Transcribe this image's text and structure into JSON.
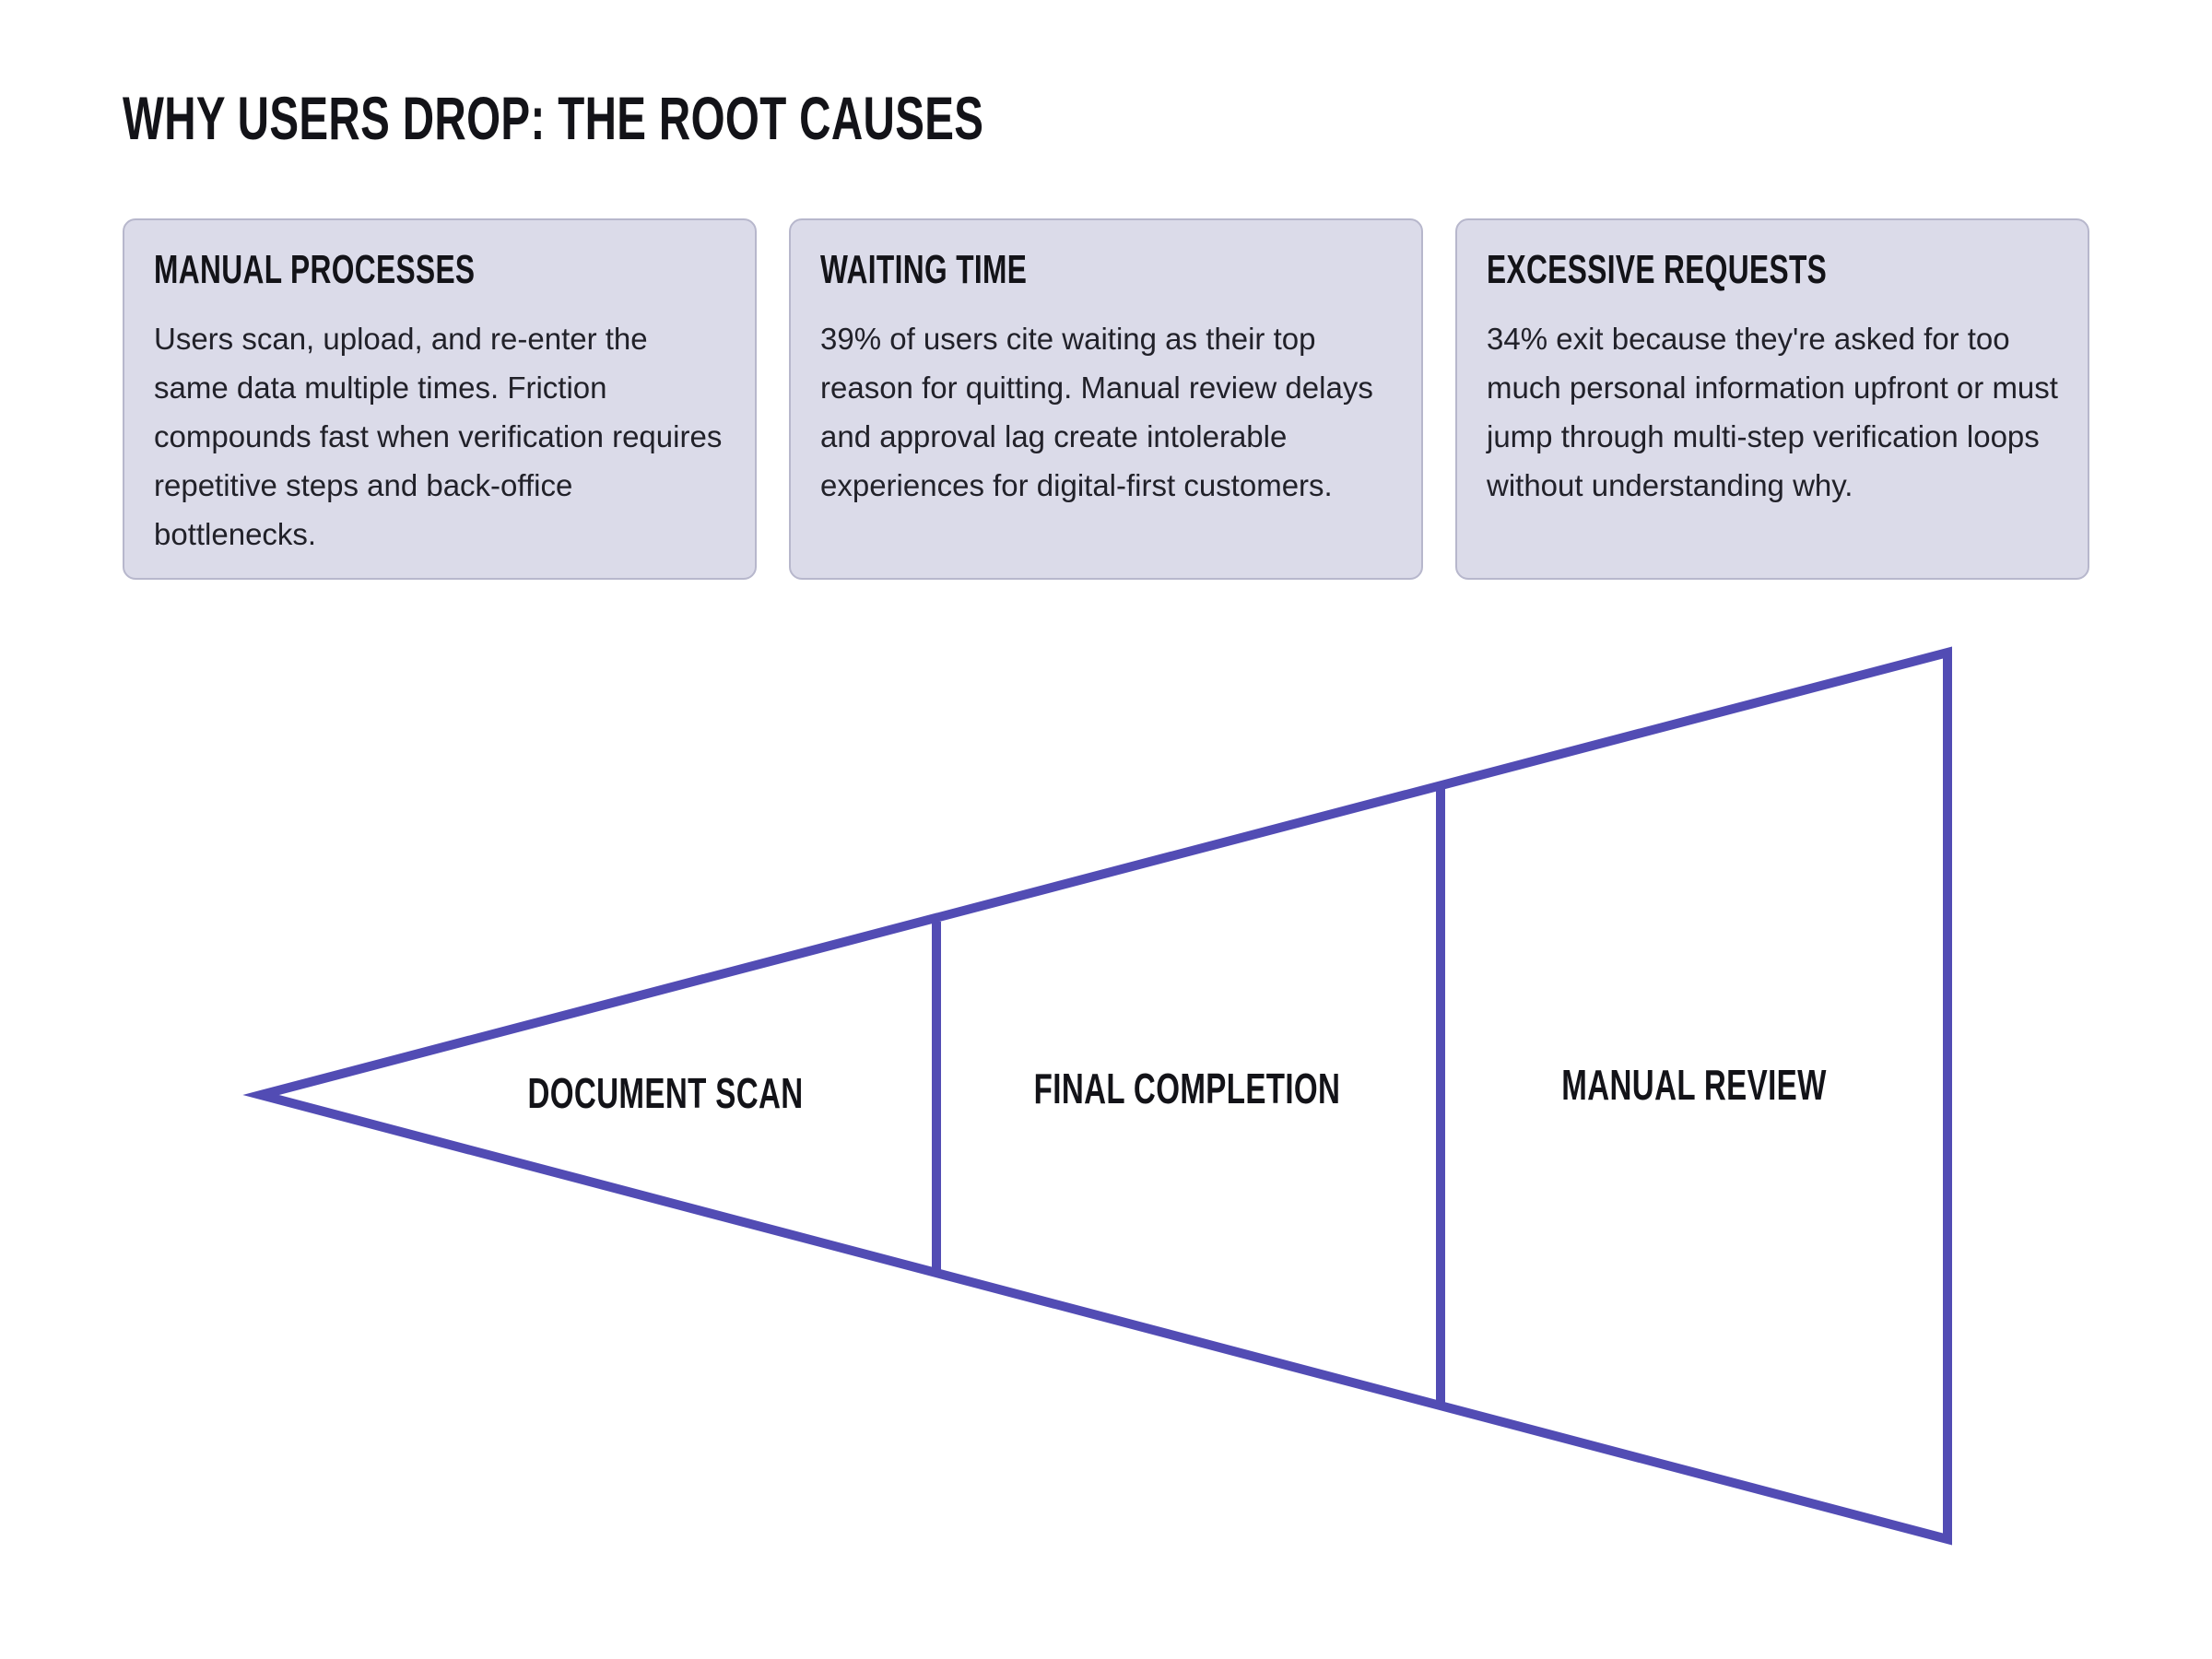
{
  "page_title": "WHY USERS DROP: THE ROOT CAUSES",
  "cards": [
    {
      "heading": "MANUAL PROCESSES",
      "body": "Users scan, upload, and re-enter the same data multiple times. Friction compounds fast when verification requires repetitive steps and back-office bottlenecks."
    },
    {
      "heading": "WAITING TIME",
      "body": "39% of users cite waiting as their top reason for quitting. Manual review delays and approval lag create intolerable experiences for digital-first customers."
    },
    {
      "heading": "EXCESSIVE REQUESTS",
      "body": "34% exit because they're asked for too much personal information upfront or must jump through multi-step verification loops without understanding why."
    }
  ],
  "funnel": {
    "segments": [
      {
        "label": "DOCUMENT SCAN"
      },
      {
        "label": "FINAL COMPLETION"
      },
      {
        "label": "MANUAL REVIEW"
      }
    ]
  },
  "colors": {
    "card_background": "#dbdbe9",
    "card_border": "#b7b7cc",
    "funnel_stroke": "#524cb4",
    "text_heading": "#131318",
    "text_body": "#212129",
    "page_background": "#ffffff"
  }
}
